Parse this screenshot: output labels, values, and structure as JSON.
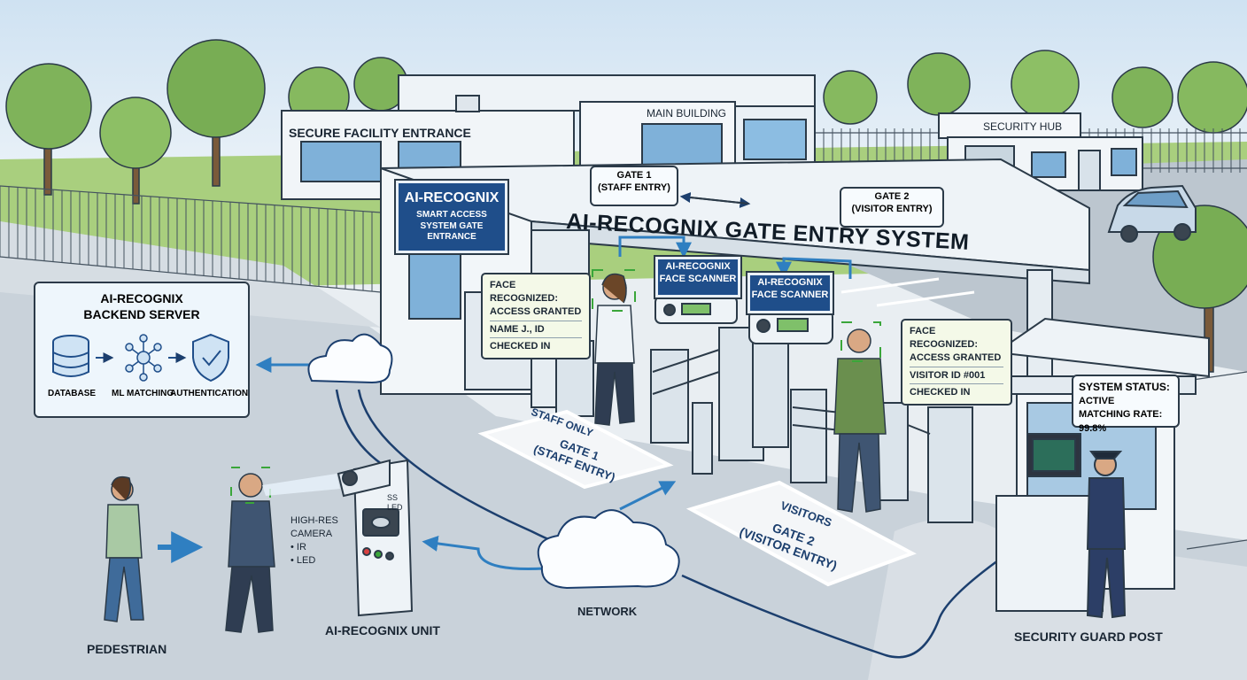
{
  "building": {
    "facility_label": "SECURE FACILITY ENTRANCE",
    "main_label": "MAIN BUILDING",
    "hub_label": "SECURITY HUB"
  },
  "gate_sign": {
    "title": "AI-RECOGNIX",
    "subtitle": "SMART ACCESS SYSTEM GATE ENTRANCE"
  },
  "canopy_title": "AI-RECOGNIX GATE ENTRY SYSTEM",
  "gate1_tag": {
    "line1": "GATE 1",
    "line2": "(STAFF ENTRY)"
  },
  "gate2_tag": {
    "line1": "GATE 2",
    "line2": "(VISITOR ENTRY)"
  },
  "scanner1": {
    "line1": "AI-RECOGNIX",
    "line2": "FACE SCANNER"
  },
  "scanner2": {
    "line1": "AI-RECOGNIX",
    "line2": "FACE SCANNER"
  },
  "callout_staff": {
    "line1": "FACE RECOGNIZED:",
    "line2": "ACCESS GRANTED",
    "line3": "NAME J., ID",
    "line4": "CHECKED IN"
  },
  "callout_visitor": {
    "line1": "FACE RECOGNIZED:",
    "line2": "ACCESS GRANTED",
    "line3": "VISITOR ID #001",
    "line4": "CHECKED IN"
  },
  "status": {
    "title": "SYSTEM STATUS:",
    "state": "ACTIVE",
    "rate": "MATCHING RATE: 99.8%"
  },
  "backend": {
    "title_line1": "AI-RECOGNIX",
    "title_line2": "BACKEND SERVER",
    "database": "DATABASE",
    "ml": "ML MATCHING",
    "auth": "AUTHENTICATION"
  },
  "ground": {
    "staff_only": "STAFF ONLY",
    "gate1_line1": "GATE 1",
    "gate1_line2": "(STAFF ENTRY)",
    "visitors": "VISITORS",
    "gate2_line1": "GATE 2",
    "gate2_line2": "(VISITOR ENTRY)"
  },
  "unit": {
    "camera_line1": "HIGH-RES",
    "camera_line2": "CAMERA",
    "ir": "• IR",
    "led": "• LED",
    "panel_ss": "SS",
    "panel_led": "LED",
    "label": "AI-RECOGNIX UNIT"
  },
  "labels": {
    "pedestrian": "PEDESTRIAN",
    "network": "NETWORK",
    "guard_post": "SECURITY GUARD POST"
  },
  "colors": {
    "sky": "#d9e7f3",
    "sign_blue": "#1f4e8a",
    "arrow_blue": "#2f7fc1",
    "scan_green": "#3aa63a",
    "outline": "#2b3a48"
  }
}
